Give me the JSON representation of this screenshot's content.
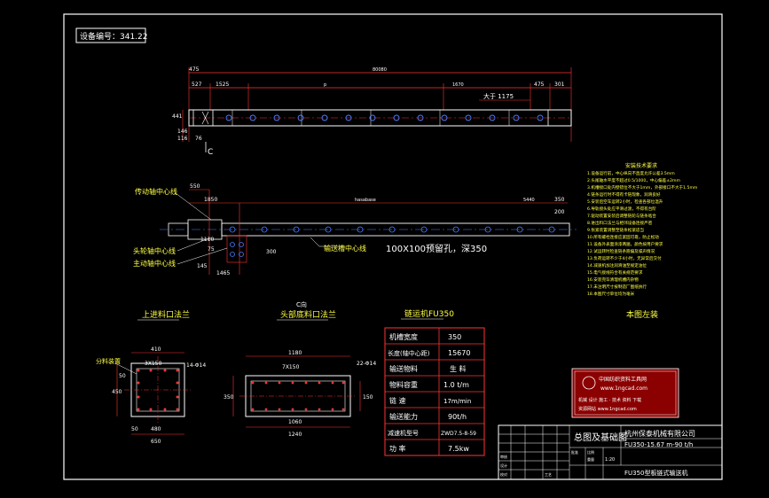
{
  "drawing": {
    "equipment_no": "设备编号：341.22",
    "top_view": {
      "dims": [
        "475",
        "80080",
        "527",
        "1525",
        "p",
        "1670",
        "475",
        "301",
        "大于 1175",
        "76",
        "146",
        "441",
        "116"
      ],
      "view_mark": "C"
    },
    "side_view": {
      "labels": [
        "传动轴中心线",
        "头轮轴中心线",
        "主动轴中心线",
        "输送槽中心线"
      ],
      "dims": [
        "550",
        "1850",
        "1110",
        "75",
        "1465",
        "hasabase",
        "5440",
        "350",
        "200",
        "145",
        "300"
      ],
      "hole_note": "100X100预留孔，深350"
    },
    "flange_upper": {
      "title": "上进料口法兰",
      "dims": [
        "410",
        "3X150",
        "14-Φ14",
        "50",
        "450",
        "480",
        "650",
        "50"
      ],
      "tag": "分料装置"
    },
    "flange_head": {
      "view": "C向",
      "title": "头部底料口法兰",
      "dims": [
        "1180",
        "7X150",
        "22-Φ14",
        "350",
        "150",
        "1060",
        "1240"
      ]
    },
    "params": {
      "title": "链运机FU350",
      "rows": [
        {
          "label": "机槽宽度",
          "value": "350"
        },
        {
          "label": "长度(轴中心距)",
          "value": "15670"
        },
        {
          "label": "输送物料",
          "value": "生 料"
        },
        {
          "label": "物料容重",
          "value": "1.0 t/m"
        },
        {
          "label": "链 速",
          "value": "17m/min"
        },
        {
          "label": "输送能力",
          "value": "90t/h"
        },
        {
          "label": "减速机型号",
          "value": "ZWD7.5-8-59"
        },
        {
          "label": "功 率",
          "value": "7.5kw"
        }
      ]
    },
    "tech_notes": {
      "title": "安装技术要求",
      "lines": [
        "1.设备运行前，中心纵向不直度允许公差3.5mm",
        "2.头尾轴水平度不超过0.5/1000，中心偏差±2mm",
        "3.机槽接口处内壁错位不大于1mm，外部接口不大于1.5mm",
        "4.链条运行时不得有卡链现象，润滑良好",
        "5.安装后空车运转2小时，检查各部位温升",
        "6.导轨接头处应平滑过渡，不得有台阶",
        "7.驱动装置安装后调整链轮与链条啮合",
        "8.进出料口法兰与相邻设备连接严密",
        "9.张紧装置调整至链条松紧适当",
        "10.所有螺栓连接应紧固可靠，防止松动",
        "11.设备外表面涂漆两遍，颜色按用户要求",
        "12.试运转时检查链条跑偏及噪声情况",
        "13.负荷运转不少于4小时，无异常后交付",
        "14.减速机加注润滑油至规定油位",
        "15.电气接线符合有关规范要求",
        "16.安装完毕清理机槽内杂物",
        "17.未注明尺寸按制造厂图纸执行",
        "18.本图尺寸单位均为毫米"
      ]
    },
    "note_right": "本图左装",
    "stamp": {
      "org": "中国纺织资料工具网",
      "line2": "www.1ngcad.com",
      "line3": "机械 设计 施工 · 技术 资料 下载",
      "line4": "资源网站 www.1ngcad.com"
    },
    "title_block": {
      "name": "总图及基础图",
      "company": "杭州保泰机械有限公司",
      "model": "FU350-15.67 m-90 t/h",
      "desc": "FU350型板链式输送机",
      "small": [
        "审核",
        "设计",
        "校对",
        "工艺",
        "批准",
        "比例",
        "1:20",
        "重量"
      ]
    }
  }
}
